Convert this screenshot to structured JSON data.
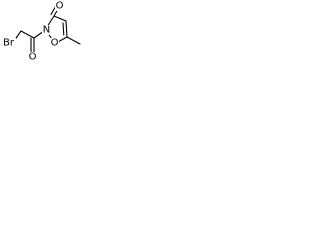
{
  "molecule": {
    "atoms": {
      "carbonyl_oxygen": "O",
      "ring_oxygen": "O",
      "ring_nitrogen": "N",
      "acyl_oxygen": "O",
      "bromine": "Br"
    }
  },
  "colors": {
    "bond": "#000000",
    "text": "#000000",
    "background": "#ffffff"
  }
}
